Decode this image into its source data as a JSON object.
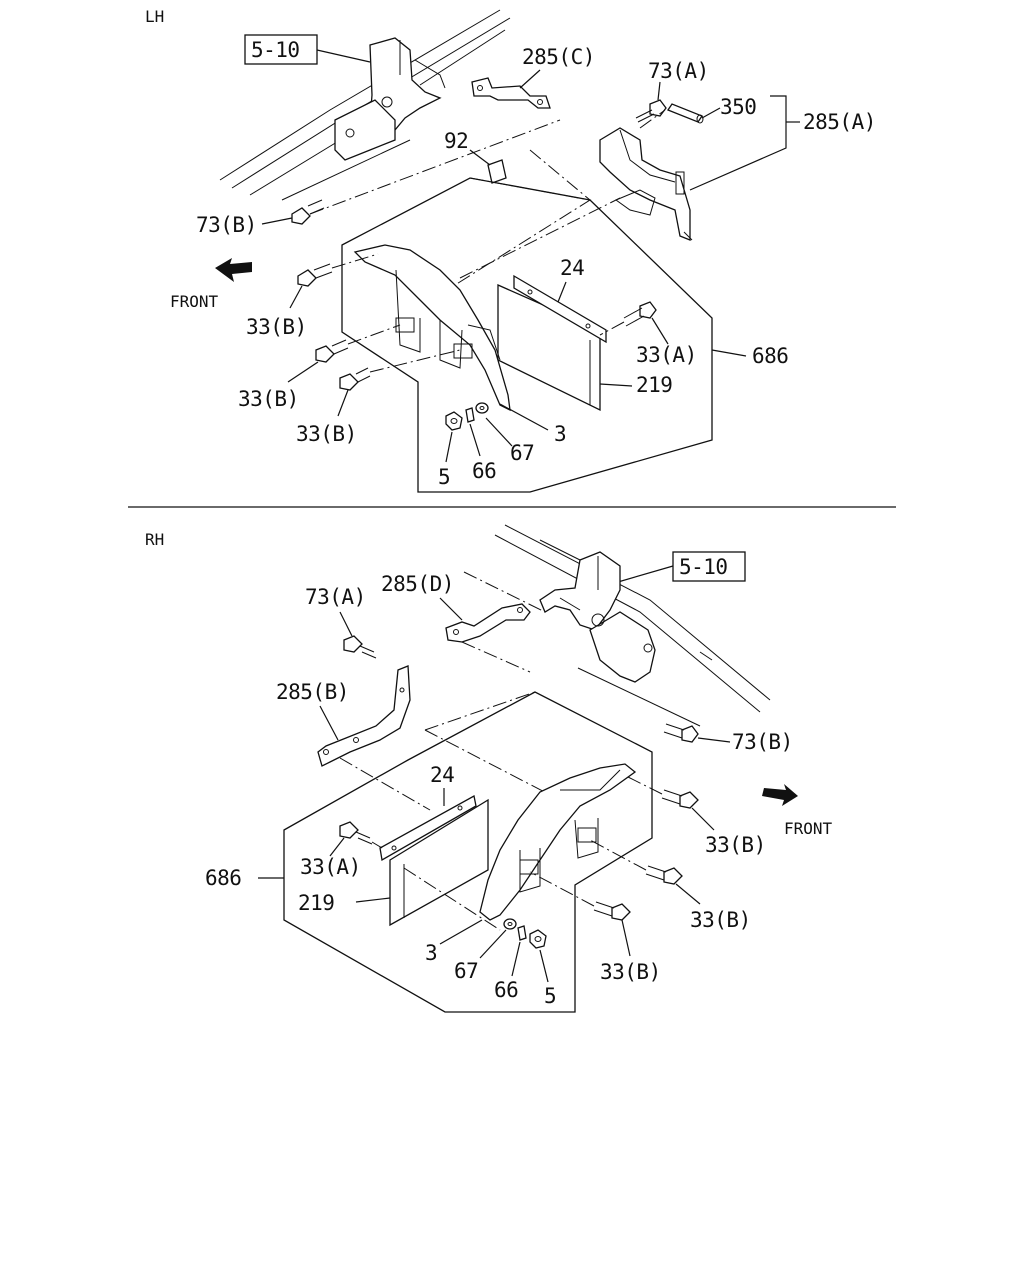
{
  "lh": {
    "section_label": "LH",
    "ref_box": "5-10",
    "front_label": "FRONT",
    "labels": {
      "p285c": "285(C)",
      "p73a": "73(A)",
      "p350": "350",
      "p285a": "285(A)",
      "p92": "92",
      "p73b": "73(B)",
      "p24": "24",
      "p33b_1": "33(B)",
      "p33a": "33(A)",
      "p686": "686",
      "p33b_2": "33(B)",
      "p219": "219",
      "p33b_3": "33(B)",
      "p3": "3",
      "p67": "67",
      "p5": "5",
      "p66": "66"
    }
  },
  "rh": {
    "section_label": "RH",
    "ref_box": "5-10",
    "front_label": "FRONT",
    "labels": {
      "p285d": "285(D)",
      "p73a": "73(A)",
      "p285b": "285(B)",
      "p73b": "73(B)",
      "p24": "24",
      "p33b_1": "33(B)",
      "p33a": "33(A)",
      "p686": "686",
      "p219": "219",
      "p33b_2": "33(B)",
      "p3": "3",
      "p33b_3": "33(B)",
      "p67": "67",
      "p66": "66",
      "p5": "5"
    }
  }
}
